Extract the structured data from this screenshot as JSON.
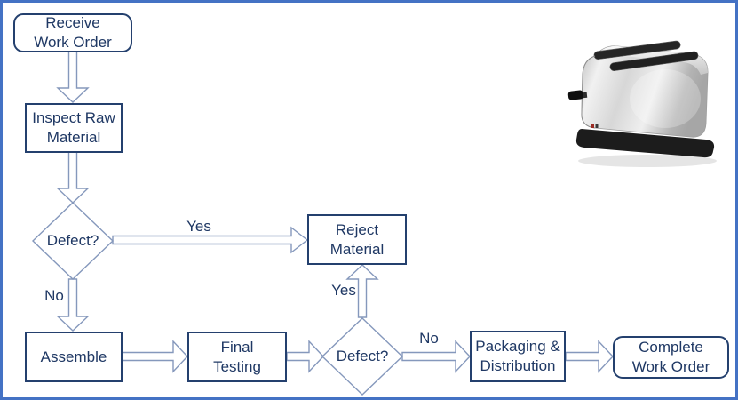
{
  "diagram": {
    "type": "flowchart",
    "subject": "toaster-manufacturing-process",
    "colors": {
      "frame_border": "#4472C4",
      "node_border": "#24406E",
      "node_text": "#1F3864",
      "connector": "#8598BC"
    },
    "illustration": "stainless-steel-toaster-photo",
    "nodes": [
      {
        "id": "receive-work-order",
        "shape": "terminator",
        "lines": [
          "Receive",
          "Work Order"
        ]
      },
      {
        "id": "inspect-raw-material",
        "shape": "process",
        "lines": [
          "Inspect Raw",
          "Material"
        ]
      },
      {
        "id": "defect-check-1",
        "shape": "decision",
        "lines": [
          "Defect?"
        ]
      },
      {
        "id": "reject-material",
        "shape": "process",
        "lines": [
          "Reject",
          "Material"
        ]
      },
      {
        "id": "assemble",
        "shape": "process",
        "lines": [
          "Assemble"
        ]
      },
      {
        "id": "final-testing",
        "shape": "process",
        "lines": [
          "Final",
          "Testing"
        ]
      },
      {
        "id": "defect-check-2",
        "shape": "decision",
        "lines": [
          "Defect?"
        ]
      },
      {
        "id": "packaging-distribution",
        "shape": "process",
        "lines": [
          "Packaging &",
          "Distribution"
        ]
      },
      {
        "id": "complete-work-order",
        "shape": "terminator",
        "lines": [
          "Complete",
          "Work Order"
        ]
      }
    ],
    "edges": [
      {
        "from": "receive-work-order",
        "to": "inspect-raw-material",
        "label": ""
      },
      {
        "from": "inspect-raw-material",
        "to": "defect-check-1",
        "label": ""
      },
      {
        "from": "defect-check-1",
        "to": "reject-material",
        "label": "Yes"
      },
      {
        "from": "defect-check-1",
        "to": "assemble",
        "label": "No"
      },
      {
        "from": "assemble",
        "to": "final-testing",
        "label": ""
      },
      {
        "from": "final-testing",
        "to": "defect-check-2",
        "label": ""
      },
      {
        "from": "defect-check-2",
        "to": "reject-material",
        "label": "Yes"
      },
      {
        "from": "defect-check-2",
        "to": "packaging-distribution",
        "label": "No"
      },
      {
        "from": "packaging-distribution",
        "to": "complete-work-order",
        "label": ""
      }
    ]
  }
}
